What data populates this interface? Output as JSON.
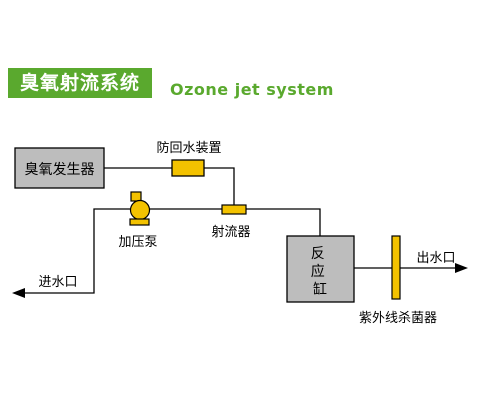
{
  "title": "臭氧射流系统",
  "subtitle": "Ozone jet system",
  "colors": {
    "accent_green": "#5aa92e",
    "box_gray": "#bdbdbd",
    "component_yellow": "#f3c200",
    "line": "#000000"
  },
  "nodes": {
    "ozone_generator": "臭氧发生器",
    "backflow_preventer": "防回水装置",
    "booster_pump": "加压泵",
    "ejector": "射流器",
    "reaction_tank": "反应缸",
    "uv_sterilizer": "紫外线杀菌器",
    "water_inlet": "进水口",
    "water_outlet": "出水口"
  }
}
